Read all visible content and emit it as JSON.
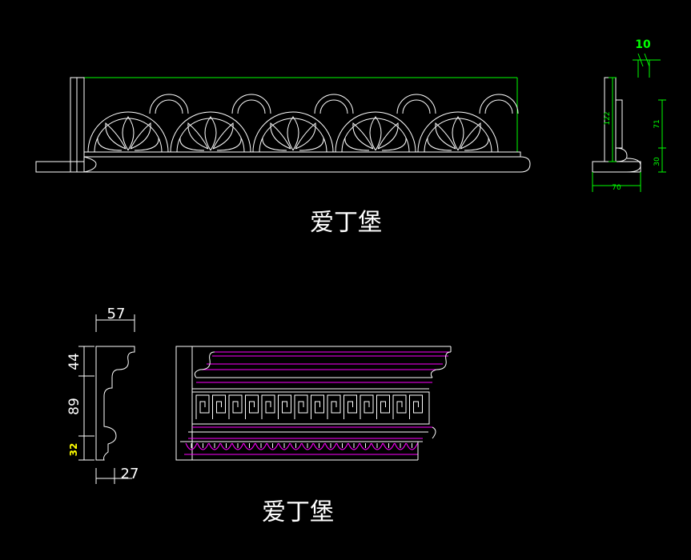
{
  "drawing": {
    "background": "#000000",
    "colors": {
      "outline": "#ffffff",
      "dimension": "#00ff00",
      "highlight": "#ff00ff",
      "note": "#ffff00"
    },
    "top_title": "爱丁堡",
    "bottom_title": "爱丁堡",
    "side_dims": {
      "top": "10",
      "height": "122",
      "upper": "71",
      "lower": "30",
      "width": "70"
    },
    "profile_dims": {
      "top": "57",
      "h1": "44",
      "h2": "89",
      "h3": "32",
      "bottom": "27"
    }
  }
}
